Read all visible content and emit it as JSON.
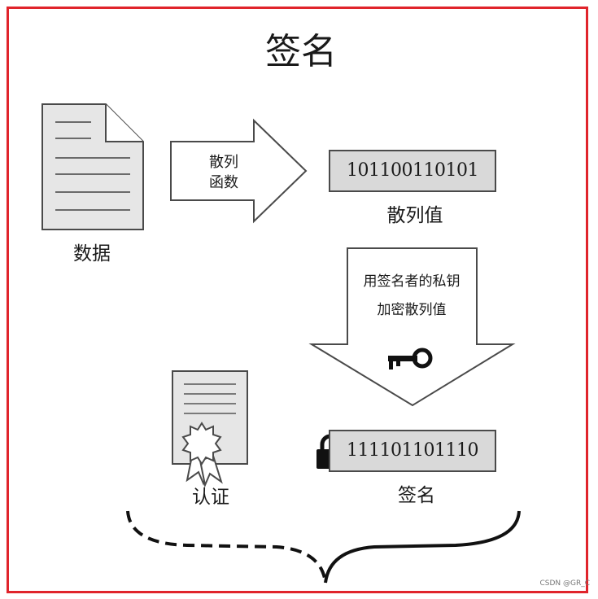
{
  "title": "签名",
  "data_label": "数据",
  "hash_function": {
    "line1": "散列",
    "line2": "函数"
  },
  "hash_value": {
    "bits": "101100110101",
    "label": "散列值"
  },
  "encrypt_step": {
    "line1": "用签名者的私钥",
    "line2": "加密散列值"
  },
  "signature": {
    "bits": "111101101110",
    "label": "签名"
  },
  "certificate_label": "认证",
  "watermark": "CSDN @GR_C",
  "icons": [
    "document-icon",
    "arrow-right-icon",
    "arrow-down-icon",
    "key-icon",
    "padlock-icon",
    "certificate-icon",
    "brace-icon"
  ],
  "colors": {
    "frame": "#e0242b",
    "box_fill": "#d9d9d9",
    "doc_fill": "#e6e6e6",
    "ink": "#1a1a1a"
  }
}
